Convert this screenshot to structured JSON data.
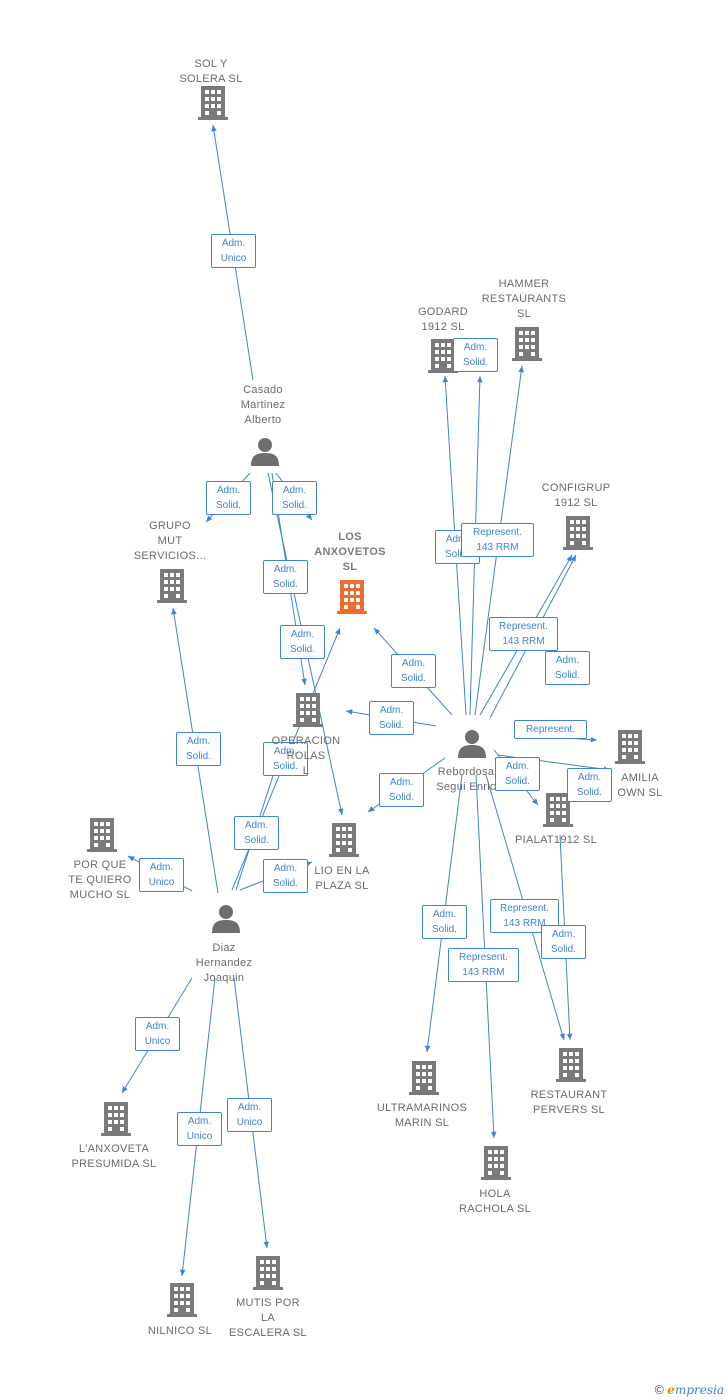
{
  "colors": {
    "edge": "#3d83d8",
    "building": "#7a7a7a",
    "focus_building": "#f26a2e",
    "person": "#6e6e6e"
  },
  "nodes": [
    {
      "id": "sol_y_solera",
      "type": "company",
      "label": "SOL Y\nSOLERA  SL",
      "icon": "building-icon"
    },
    {
      "id": "casado",
      "type": "person",
      "label": "Casado\nMartinez\nAlberto",
      "icon": "person-icon"
    },
    {
      "id": "grupo_mut",
      "type": "company",
      "label": "GRUPO\nMUT\nSERVICIOS...",
      "icon": "building-icon"
    },
    {
      "id": "los_anxovetos",
      "type": "company",
      "focus": true,
      "label": "LOS\nANXOVETOS\nSL",
      "icon": "building-icon"
    },
    {
      "id": "operacion",
      "type": "company",
      "label": "OPERACION\nROLAS\nL",
      "icon": "building-icon"
    },
    {
      "id": "lio_en_la_plaza",
      "type": "company",
      "label": "LIO EN LA\nPLAZA  SL",
      "icon": "building-icon"
    },
    {
      "id": "por_que_te_quiero",
      "type": "company",
      "label": "POR QUE\nTE QUIERO\nMUCHO  SL",
      "icon": "building-icon"
    },
    {
      "id": "diaz",
      "type": "person",
      "label": "Diaz\nHernandez\nJoaquin",
      "icon": "person-icon"
    },
    {
      "id": "anxoveta_presumida",
      "type": "company",
      "label": "L'ANXOVETA\nPRESUMIDA SL",
      "icon": "building-icon"
    },
    {
      "id": "nilnico",
      "type": "company",
      "label": "NILNICO  SL",
      "icon": "building-icon"
    },
    {
      "id": "mutis",
      "type": "company",
      "label": "MUTIS POR\nLA\nESCALERA SL",
      "icon": "building-icon"
    },
    {
      "id": "godard",
      "type": "company",
      "label": "GODARD\n1912  SL",
      "icon": "building-icon"
    },
    {
      "id": "hammer",
      "type": "company",
      "label": "HAMMER\nRESTAURANTS\nSL",
      "icon": "building-icon"
    },
    {
      "id": "configrup",
      "type": "company",
      "label": "CONFIGRUP\n1912  SL",
      "icon": "building-icon"
    },
    {
      "id": "rebordosa",
      "type": "person",
      "label": "Rebordosa\nSegui Enric",
      "icon": "person-icon"
    },
    {
      "id": "familia",
      "type": "company",
      "label": "AMILIA\nOWN  SL",
      "icon": "building-icon"
    },
    {
      "id": "pialat",
      "type": "company",
      "label": "PIALAT1912  SL",
      "icon": "building-icon"
    },
    {
      "id": "ultramarinos",
      "type": "company",
      "label": "ULTRAMARINOS\nMARIN  SL",
      "icon": "building-icon"
    },
    {
      "id": "hola_rachola",
      "type": "company",
      "label": "HOLA\nRACHOLA  SL",
      "icon": "building-icon"
    },
    {
      "id": "restaurant_pervers",
      "type": "company",
      "label": "RESTAURANT\nPERVERS  SL",
      "icon": "building-icon"
    }
  ],
  "edges": [
    {
      "from": "casado",
      "to": "sol_y_solera",
      "label": "Adm.\nUnico"
    },
    {
      "from": "casado",
      "to": "grupo_mut",
      "label": "Adm.\nSolid."
    },
    {
      "from": "casado",
      "to": "operacion",
      "label": "Adm.\nSolid."
    },
    {
      "from": "casado",
      "to": "operacion",
      "label": "Adm.\nSolid."
    },
    {
      "from": "casado",
      "to": "lio_en_la_plaza",
      "label": "Adm.\nSolid."
    },
    {
      "from": "diaz",
      "to": "grupo_mut",
      "label": "Adm.\nSolid."
    },
    {
      "from": "diaz",
      "to": "los_anxovetos",
      "label": "Adm.\nSolid."
    },
    {
      "from": "diaz",
      "to": "operacion",
      "label": "Adm.\nSolid."
    },
    {
      "from": "diaz",
      "to": "lio_en_la_plaza",
      "label": "Adm.\nSolid."
    },
    {
      "from": "diaz",
      "to": "por_que_te_quiero",
      "label": "Adm.\nUnico"
    },
    {
      "from": "diaz",
      "to": "anxoveta_presumida",
      "label": "Adm.\nUnico"
    },
    {
      "from": "diaz",
      "to": "nilnico",
      "label": "Adm.\nUnico"
    },
    {
      "from": "diaz",
      "to": "mutis",
      "label": "Adm.\nUnico"
    },
    {
      "from": "rebordosa",
      "to": "los_anxovetos",
      "label": "Adm.\nSolid."
    },
    {
      "from": "rebordosa",
      "to": "operacion",
      "label": "Adm.\nSolid."
    },
    {
      "from": "rebordosa",
      "to": "lio_en_la_plaza",
      "label": "Adm.\nSolid."
    },
    {
      "from": "rebordosa",
      "to": "godard",
      "label": "Adm.\nSolid."
    },
    {
      "from": "rebordosa",
      "to": "godard",
      "label": "Adm.\nSolid."
    },
    {
      "from": "rebordosa",
      "to": "hammer",
      "label": "Represent.\n143 RRM"
    },
    {
      "from": "rebordosa",
      "to": "configrup",
      "label": "Represent.\n143 RRM"
    },
    {
      "from": "rebordosa",
      "to": "configrup",
      "label": "Adm.\nSolid."
    },
    {
      "from": "rebordosa",
      "to": "familia",
      "label": "Represent."
    },
    {
      "from": "rebordosa",
      "to": "pialat",
      "label": "Adm.\nSolid."
    },
    {
      "from": "rebordosa",
      "to": "familia",
      "label": "Adm.\nSolid."
    },
    {
      "from": "rebordosa",
      "to": "ultramarinos",
      "label": "Adm.\nSolid."
    },
    {
      "from": "rebordosa",
      "to": "hola_rachola",
      "label": "Represent.\n143 RRM"
    },
    {
      "from": "rebordosa",
      "to": "restaurant_pervers",
      "label": "Represent.\n143 RRM"
    },
    {
      "from": "pialat",
      "to": "restaurant_pervers",
      "label": "Adm.\nSolid."
    }
  ],
  "footer": {
    "copyright": "©",
    "brand_initial": "e",
    "brand_rest": "mpresia"
  }
}
